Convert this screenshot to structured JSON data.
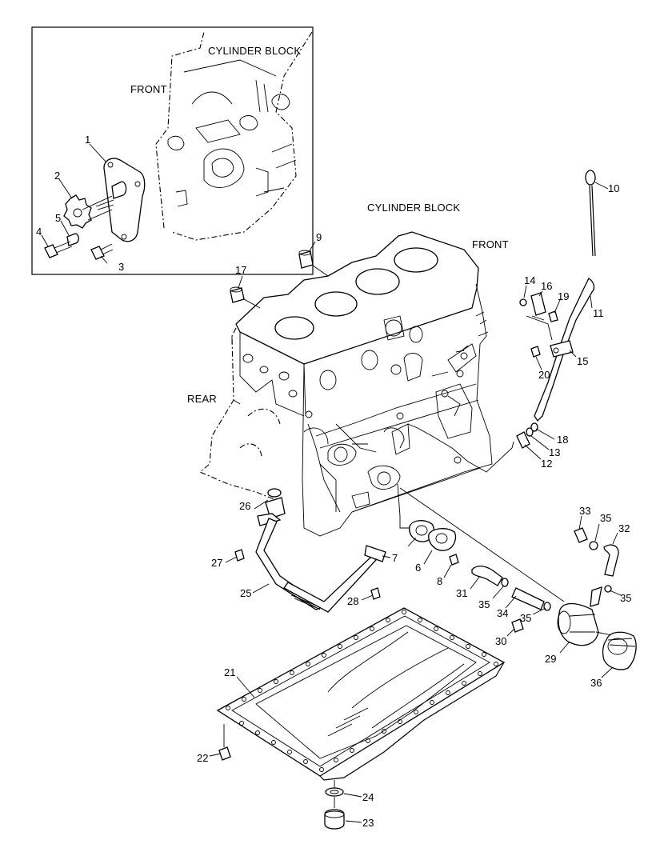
{
  "captions": {
    "inset_cylinder_block": "CYLINDER BLOCK",
    "inset_front": "FRONT",
    "main_cylinder_block": "CYLINDER BLOCK",
    "main_front": "FRONT",
    "main_rear": "REAR"
  },
  "callouts": [
    "1",
    "2",
    "3",
    "4",
    "5",
    "6",
    "7",
    "8",
    "9",
    "10",
    "11",
    "12",
    "13",
    "14",
    "15",
    "16",
    "17",
    "18",
    "19",
    "20",
    "21",
    "22",
    "23",
    "24",
    "25",
    "26",
    "27",
    "28",
    "29",
    "30",
    "31",
    "32",
    "33",
    "34",
    "35",
    "35",
    "35",
    "35",
    "36"
  ]
}
